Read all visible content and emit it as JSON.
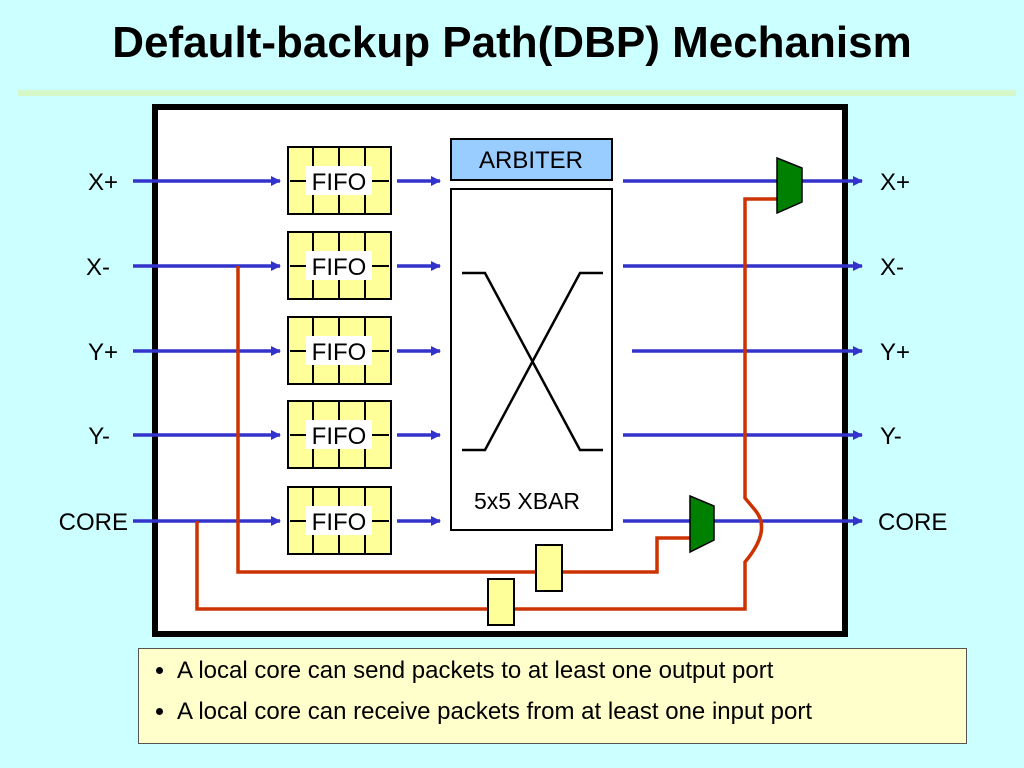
{
  "title": "Default-backup Path(DBP) Mechanism",
  "input_ports": [
    "X+",
    "X-",
    "Y+",
    "Y-",
    "CORE"
  ],
  "output_ports": [
    "X+",
    "X-",
    "Y+",
    "Y-",
    "CORE"
  ],
  "fifo_label": "FIFO",
  "arbiter_label": "ARBITER",
  "xbar_label": "5x5 XBAR",
  "bullets": [
    "A local core can send packets to at least one output port",
    "A local core can receive packets from at least one input port"
  ],
  "colors": {
    "background": "#ccffff",
    "link": "#3333cc",
    "backup_path": "#cc3300",
    "fifo_fill": "#ffff99",
    "arbiter_fill": "#99ccff",
    "mux_fill": "#008000",
    "bullet_box": "#ffffcc"
  }
}
